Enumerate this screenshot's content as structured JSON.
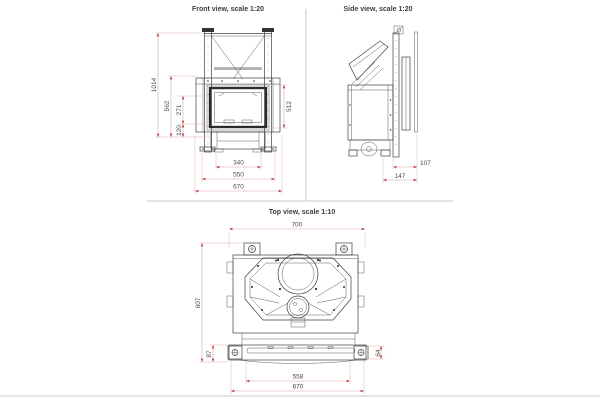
{
  "sheet": {
    "background": "#ffffff",
    "divider_color": "#c9c9c9"
  },
  "style": {
    "drawing_color": "#3f3f3f",
    "dimension_line_color": "#dba3a3",
    "dimension_arrow_color": "#c23b3b",
    "dimension_text_color": "#4a4a4a"
  },
  "front_view": {
    "title": "Front view, scale 1:20",
    "dims": {
      "overall_height": "1014",
      "upper_height": "562",
      "mid_height": "271",
      "base_height": "120",
      "glass_height": "512",
      "inner_width": "340",
      "body_width": "550",
      "overall_width": "670"
    }
  },
  "side_view": {
    "title": "Side view, scale 1:20",
    "dims": {
      "rear_offset": "107",
      "rear_depth": "147"
    }
  },
  "top_view": {
    "title": "Top view, scale 1:10",
    "dims": {
      "overall_width": "700",
      "overall_depth": "607",
      "front_height": "87",
      "side_height": "64",
      "glass_width": "558",
      "front_width": "670"
    }
  }
}
